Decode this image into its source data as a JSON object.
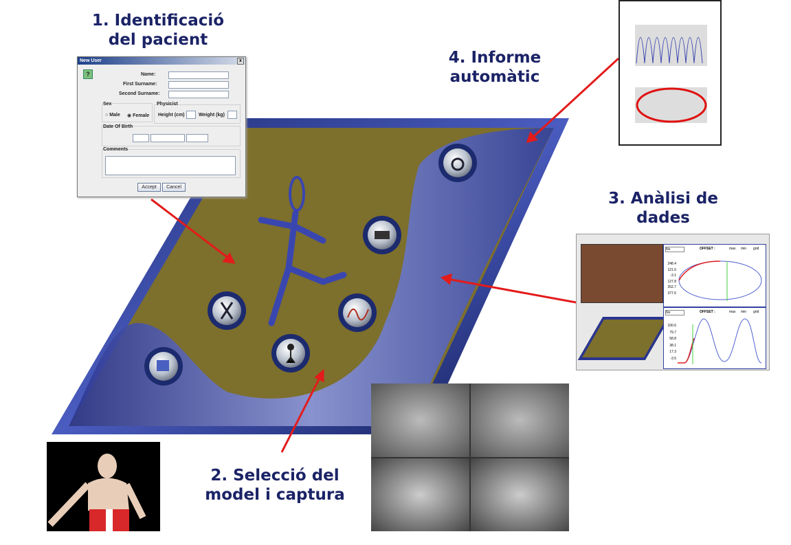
{
  "labels": {
    "step1_line1": "1. Identificació",
    "step1_line2": "del pacient",
    "step2_line1": "2. Selecció del",
    "step2_line2": "model i captura",
    "step3_line1": "3. Anàlisi de",
    "step3_line2": "dades",
    "step4_line1": "4. Informe",
    "step4_line2": "automàtic"
  },
  "dialog": {
    "title": "New User",
    "close": "x",
    "help": "?",
    "name_label": "Name:",
    "first_surname_label": "First Surname:",
    "second_surname_label": "Second Surname:",
    "sex_group": "Sex",
    "male": "Male",
    "female": "Female",
    "physicist_group": "Physicist",
    "height_label": "Height (cm)",
    "weight_label": "Weight (kg)",
    "dob_group": "Date Of Birth",
    "comments_group": "Comments",
    "accept": "Accept",
    "cancel": "Cancel"
  },
  "analysis": {
    "plot1": {
      "select": "No",
      "offset": "OFFSET :",
      "max": "max",
      "min": "min",
      "grid": "grid",
      "ticks": [
        "248.4",
        "121.6",
        "-3.1",
        "127.8",
        "252.7",
        "377.6"
      ]
    },
    "plot2": {
      "select": "No",
      "offset": "OFFSET :",
      "max": "max",
      "min": "min",
      "grid": "grid",
      "ticks": [
        "100.6",
        "79.7",
        "58.8",
        "38.1",
        "17.3",
        "-3.5"
      ]
    }
  },
  "colors": {
    "navy": "#1b2366",
    "olive": "#7d6f2c",
    "arrow": "#e31b1b",
    "blue": "#3a4aa8"
  }
}
